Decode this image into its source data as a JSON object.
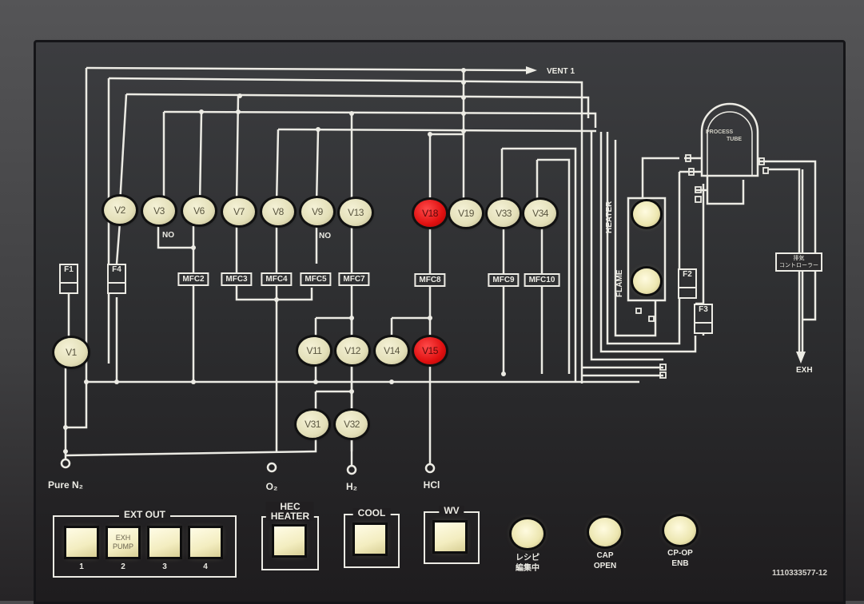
{
  "panel": {
    "part_number": "1110333577-12",
    "vent_label": "VENT 1",
    "exhaust_label": "EXH",
    "process_tube": {
      "line1": "PROCESS",
      "line2": "TUBE"
    },
    "exhaust_controller": {
      "line1": "排気",
      "line2": "コントローラー"
    },
    "heater_label": "HEATER",
    "flame_label": "FLAME",
    "colors": {
      "valve_off": "#e8e4c0",
      "valve_on": "#e01010",
      "line": "#ecebe4",
      "panel": "#2e2f31"
    }
  },
  "valves": [
    {
      "id": "V1",
      "state": "off"
    },
    {
      "id": "V2",
      "state": "off"
    },
    {
      "id": "V3",
      "state": "off",
      "note": "NO"
    },
    {
      "id": "V6",
      "state": "off"
    },
    {
      "id": "V7",
      "state": "off"
    },
    {
      "id": "V8",
      "state": "off"
    },
    {
      "id": "V9",
      "state": "off",
      "note": "NO"
    },
    {
      "id": "V13",
      "state": "off"
    },
    {
      "id": "V18",
      "state": "on"
    },
    {
      "id": "V19",
      "state": "off"
    },
    {
      "id": "V33",
      "state": "off"
    },
    {
      "id": "V34",
      "state": "off"
    },
    {
      "id": "V11",
      "state": "off"
    },
    {
      "id": "V12",
      "state": "off"
    },
    {
      "id": "V14",
      "state": "off"
    },
    {
      "id": "V15",
      "state": "on"
    },
    {
      "id": "V31",
      "state": "off"
    },
    {
      "id": "V32",
      "state": "off"
    }
  ],
  "notes": {
    "v3": "NO",
    "v9": "NO"
  },
  "mfcs": [
    "MFC2",
    "MFC3",
    "MFC4",
    "MFC5",
    "MFC7",
    "MFC8",
    "MFC9",
    "MFC10"
  ],
  "filters": [
    "F1",
    "F4",
    "F2",
    "F3"
  ],
  "gas_inlets": [
    {
      "label": "Pure N₂"
    },
    {
      "label": "O₂"
    },
    {
      "label": "H₂"
    },
    {
      "label": "HCl"
    }
  ],
  "controls": {
    "ext_out": {
      "title": "EXT OUT",
      "buttons": [
        {
          "number": "1",
          "text": ""
        },
        {
          "number": "2",
          "text_line1": "EXH",
          "text_line2": "PUMP"
        },
        {
          "number": "3",
          "text": ""
        },
        {
          "number": "4",
          "text": ""
        }
      ]
    },
    "hec_heater": {
      "line1": "HEC",
      "line2": "HEATER"
    },
    "cool": {
      "title": "COOL"
    },
    "wv": {
      "title": "WV"
    },
    "recipe_edit": {
      "line1": "レシピ",
      "line2": "編集中"
    },
    "cap_open": {
      "line1": "CAP",
      "line2": "OPEN"
    },
    "cp_op_enb": {
      "line1": "CP-OP",
      "line2": "ENB"
    }
  }
}
